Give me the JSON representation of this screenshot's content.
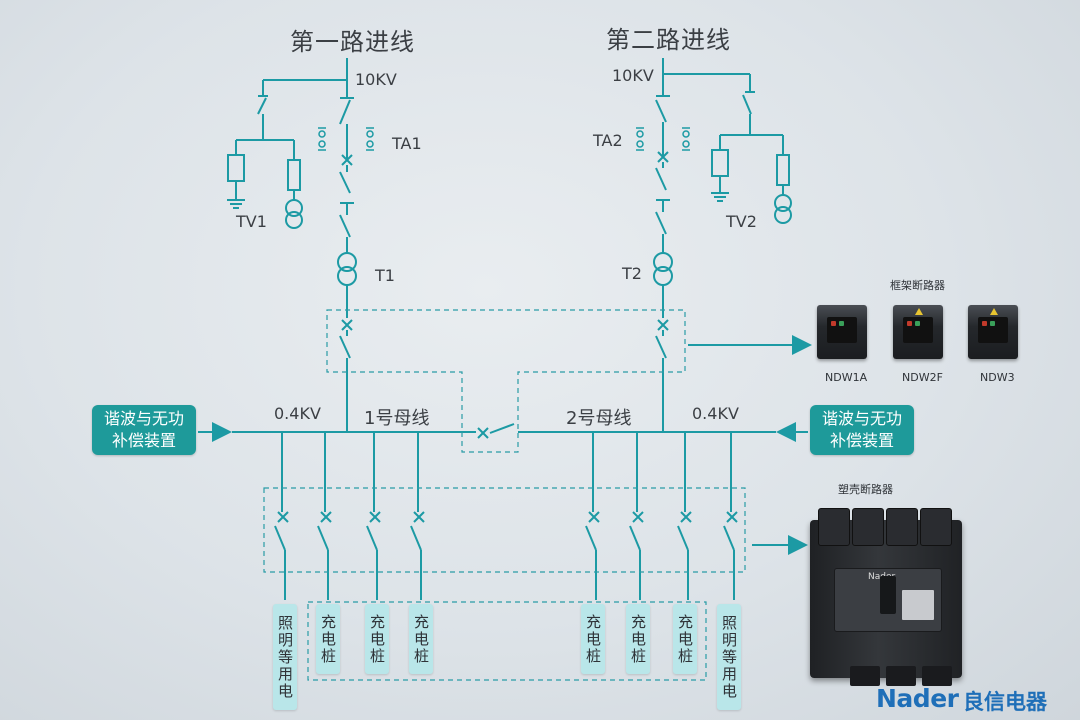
{
  "titles": {
    "line1": "第一路进线",
    "line2": "第二路进线"
  },
  "voltages": {
    "hv_left": "10KV",
    "hv_right": "10KV",
    "lv_left": "0.4KV",
    "lv_right": "0.4KV"
  },
  "labels": {
    "ta1": "TA1",
    "ta2": "TA2",
    "tv1": "TV1",
    "tv2": "TV2",
    "t1": "T1",
    "t2": "T2",
    "bus1": "1号母线",
    "bus2": "2号母线"
  },
  "compensation": {
    "left": "谐波与无功\n补偿装置",
    "right": "谐波与无功\n补偿装置"
  },
  "loads": {
    "left_lighting": "照明等用电",
    "charger_1": "充电桩",
    "charger_2": "充电桩",
    "charger_3": "充电桩",
    "charger_4": "充电桩",
    "charger_5": "充电桩",
    "charger_6": "充电桩",
    "right_lighting": "照明等用电"
  },
  "products": {
    "acb_title": "框架断路器",
    "acb_models": [
      "NDW1A",
      "NDW2F",
      "NDW3"
    ],
    "mccb_title": "塑壳断路器",
    "mccb_logo": "Nader"
  },
  "brand": {
    "latin": "Nader",
    "chinese": "良信电器"
  },
  "colors": {
    "line": "#1c9aa4",
    "dashed": "#2a9ca6",
    "box": "#1e9a9a",
    "load_bg": "#b9e6e9",
    "brand": "#1f6fb8"
  }
}
